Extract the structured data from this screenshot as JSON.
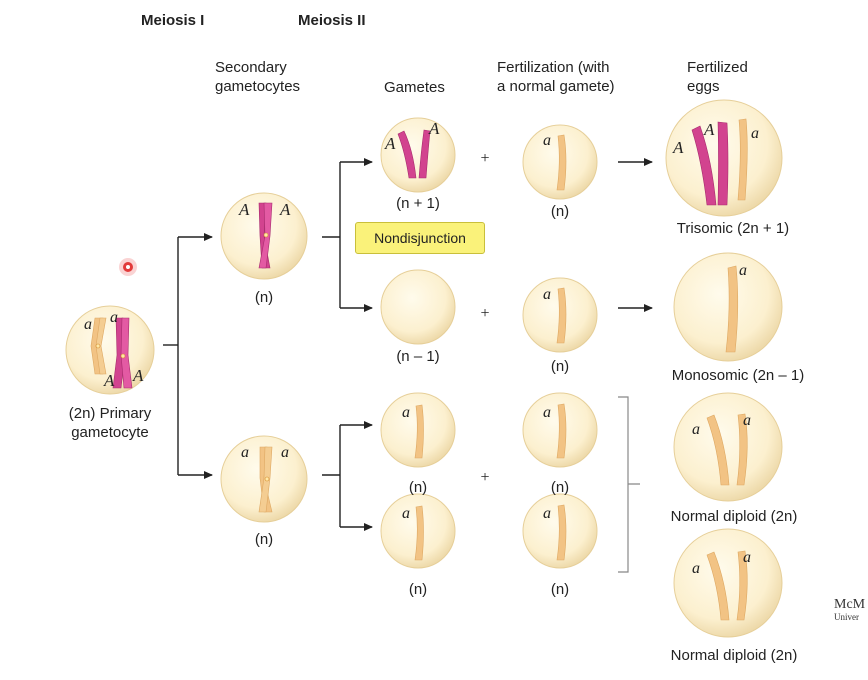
{
  "headers": {
    "meiosis1": "Meiosis I",
    "meiosis2": "Meiosis II",
    "secondary1": "Secondary",
    "secondary2": "gametocytes",
    "gametes": "Gametes",
    "fert1": "Fertilization (with",
    "fert2": "a normal gamete)",
    "feggs1": "Fertilized",
    "feggs2": "eggs"
  },
  "primary": {
    "label1": "(2n) Primary",
    "label2": "gametocyte"
  },
  "secondary_labels": {
    "top": "(n)",
    "bottom": "(n)"
  },
  "gamete_labels": {
    "g1": "(n + 1)",
    "g2": "(n – 1)",
    "g3": "(n)",
    "g4": "(n)"
  },
  "normal_gamete_labels": {
    "n1": "(n)",
    "n2": "(n)",
    "n3": "(n)",
    "n4": "(n)"
  },
  "nondisjunction": "Nondisjunction",
  "egg_labels": {
    "e1": "Trisomic (2n + 1)",
    "e2": "Monosomic (2n – 1)",
    "e3": "Normal diploid (2n)",
    "e4": "Normal diploid (2n)"
  },
  "plus": "+",
  "alleles": {
    "upper": "A",
    "lower": "a"
  },
  "logo": {
    "line1": "McM",
    "line2": "Univer"
  },
  "colors": {
    "cell_fill": "#fdf2d2",
    "cell_edge": "#ead6a4",
    "dominant": "#d2438f",
    "recessive": "#f2c384",
    "highlight": "#faf27a",
    "pointer": "#e23b3b"
  }
}
